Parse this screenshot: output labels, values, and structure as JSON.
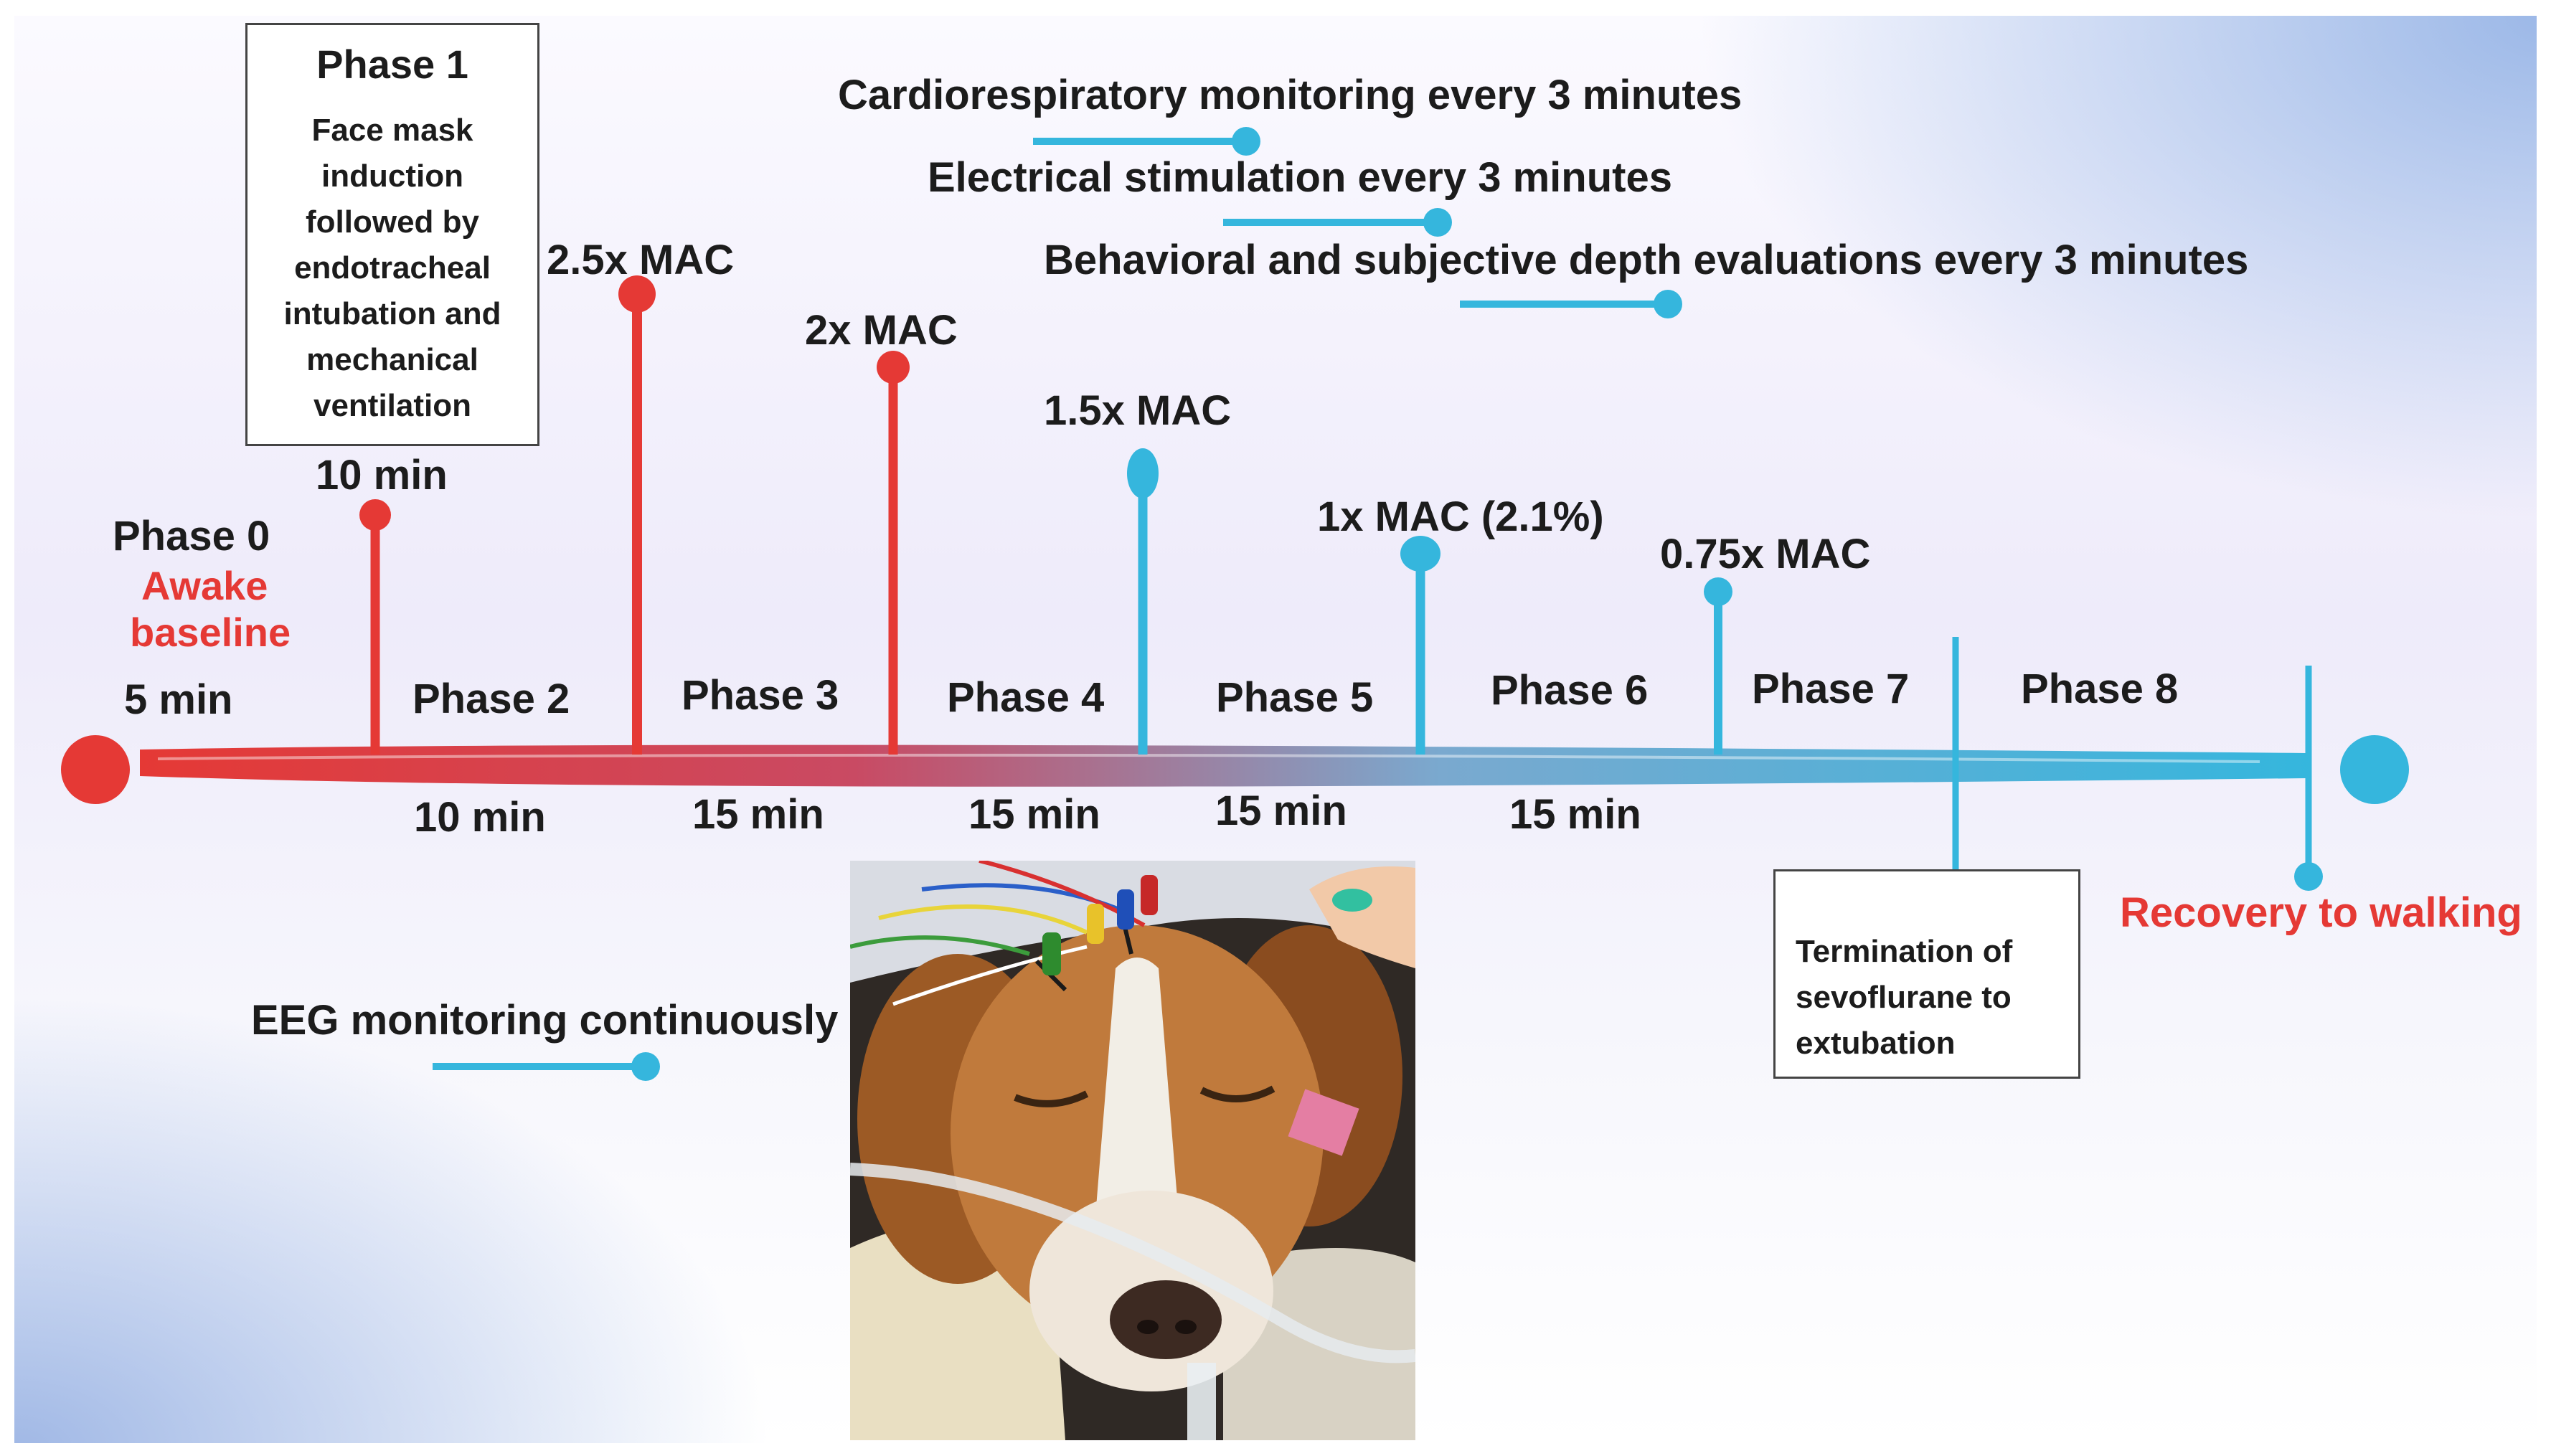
{
  "phase1_box": {
    "title": "Phase 1",
    "lines": [
      "Face mask",
      "induction",
      "followed by",
      "endotracheal",
      "intubation and",
      "mechanical",
      "ventilation"
    ]
  },
  "phase0": {
    "title": "Phase 0",
    "sub_line1": "Awake",
    "sub_line2": "baseline"
  },
  "phases": [
    "Phase 2",
    "Phase 3",
    "Phase 4",
    "Phase 5",
    "Phase 6",
    "Phase 7",
    "Phase 8"
  ],
  "durations_above": {
    "d0": "5 min",
    "d1": "10 min"
  },
  "durations_below": [
    "10 min",
    "15 min",
    "15 min",
    "15 min",
    "15 min"
  ],
  "mac_labels": [
    "2.5x MAC",
    "2x MAC",
    "1.5x MAC",
    "1x MAC (2.1%)",
    "0.75x MAC"
  ],
  "monitoring": {
    "cardio": "Cardiorespiratory monitoring every 3 minutes",
    "electrical": "Electrical stimulation every 3 minutes",
    "behavioral": "Behavioral and subjective depth evaluations every 3 minutes",
    "eeg": "EEG monitoring continuously"
  },
  "termination_box": {
    "lines": [
      "Termination of",
      "sevoflurane to",
      "extubation"
    ]
  },
  "recovery": "Recovery to walking",
  "colors": {
    "red": "#e53935",
    "cyan": "#35b6dd",
    "dark": "#1c1c1c"
  },
  "photo": {
    "subject": "anesthetized beagle with EEG electrodes and endotracheal tube"
  }
}
